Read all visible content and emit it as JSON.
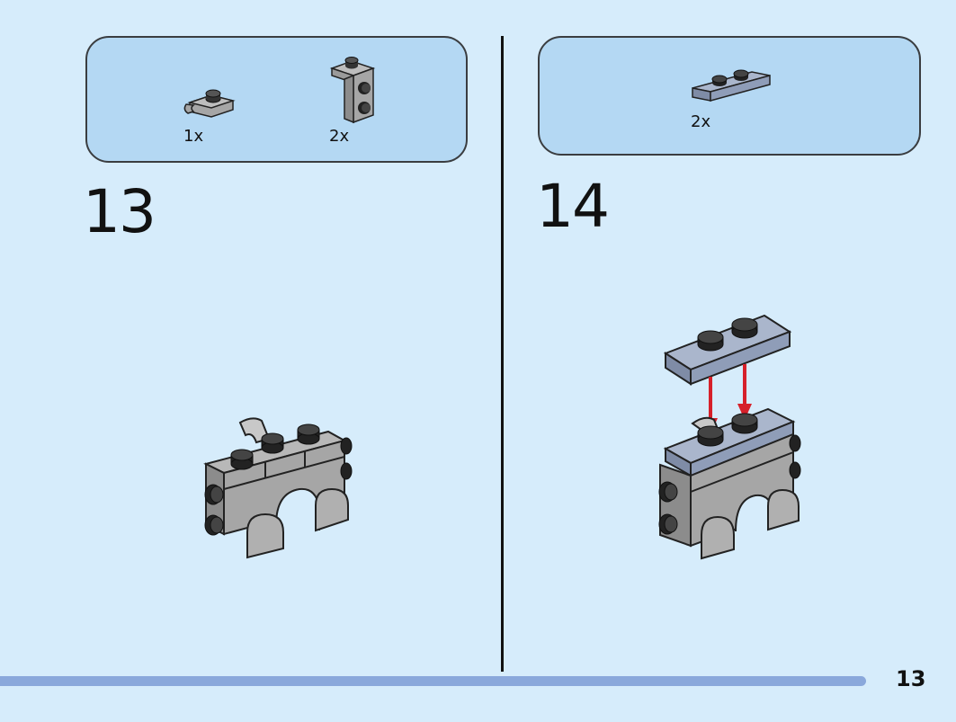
{
  "step_13": {
    "number": "13",
    "parts": [
      {
        "quantity": "1x",
        "part": "gray-plate-with-clip-icon"
      },
      {
        "quantity": "2x",
        "part": "gray-bracket-with-studs-icon"
      }
    ]
  },
  "step_14": {
    "number": "14",
    "parts": [
      {
        "quantity": "2x",
        "part": "sand-blue-plate-1x2-icon"
      }
    ]
  },
  "page": {
    "number": "13"
  },
  "colors": {
    "background": "#d6ecfb",
    "parts_box": "#b4d8f3",
    "gray_brick": "#a6a6a6",
    "sand_blue": "#8f9db8",
    "arrow": "#d6202a",
    "progress": "#8aa8db"
  }
}
